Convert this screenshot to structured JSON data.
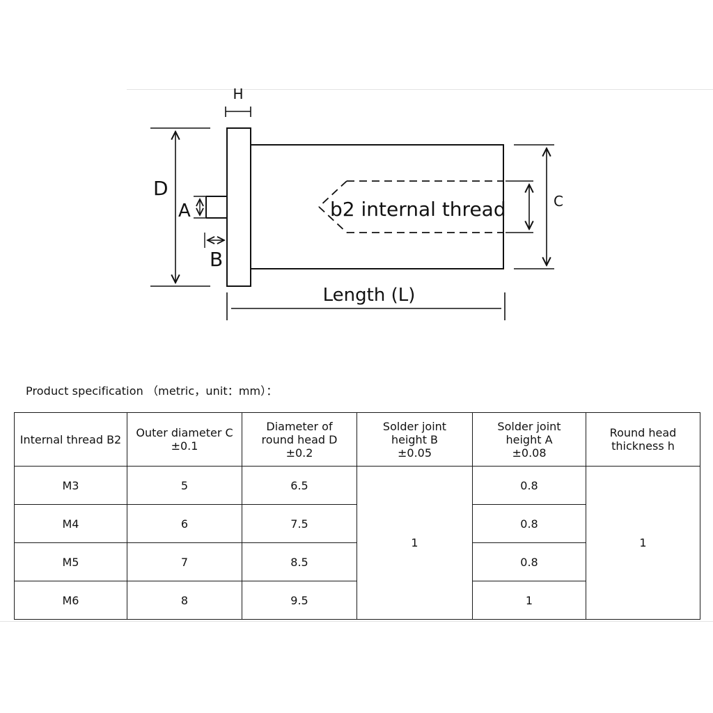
{
  "diagram": {
    "label_h": "H",
    "label_d": "D",
    "label_a": "A",
    "label_b": "B",
    "label_c": "C",
    "thread_label": "b2 internal thread",
    "length_label": "Length (L)"
  },
  "spec": {
    "caption": "Product specification （metric，unit：mm）："
  },
  "table": {
    "headers": [
      {
        "title": "Internal thread B2",
        "tolerance": ""
      },
      {
        "title": "Outer diameter C",
        "tolerance": "±0.1"
      },
      {
        "title": "Diameter of\nround head D",
        "tolerance": "±0.2"
      },
      {
        "title": "Solder joint\nheight B",
        "tolerance": "±0.05"
      },
      {
        "title": "Solder joint\nheight A",
        "tolerance": "±0.08"
      },
      {
        "title": "Round head\nthickness h",
        "tolerance": ""
      }
    ],
    "rows": [
      {
        "thread": "M3",
        "outer_c": "5",
        "head_d": "6.5",
        "height_a": "0.8"
      },
      {
        "thread": "M4",
        "outer_c": "6",
        "head_d": "7.5",
        "height_a": "0.8"
      },
      {
        "thread": "M5",
        "outer_c": "7",
        "head_d": "8.5",
        "height_a": "0.8"
      },
      {
        "thread": "M6",
        "outer_c": "8",
        "head_d": "9.5",
        "height_a": "1"
      }
    ],
    "merged_height_b": "1",
    "merged_thickness_h": "1"
  }
}
